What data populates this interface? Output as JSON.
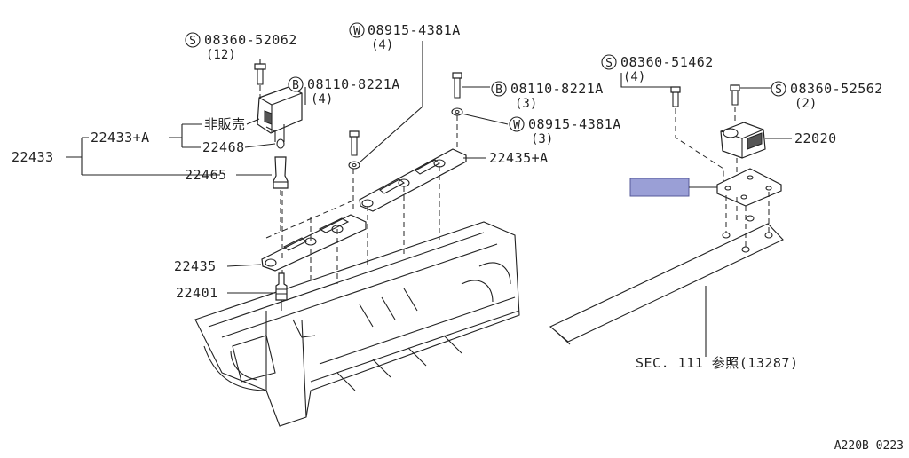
{
  "callouts": {
    "s08360_52062": {
      "prefix": "S",
      "number": "08360-52062",
      "qty": "(12)"
    },
    "w08915_4381a_top": {
      "prefix": "W",
      "number": "08915-4381A",
      "qty": "(4)"
    },
    "b08110_8221a_left": {
      "prefix": "B",
      "number": "08110-8221A",
      "qty": "(4)"
    },
    "b08110_8221a_right": {
      "prefix": "B",
      "number": "08110-8221A",
      "qty": "(3)"
    },
    "w08915_4381a_right": {
      "prefix": "W",
      "number": "08915-4381A",
      "qty": "(3)"
    },
    "s08360_51462": {
      "prefix": "S",
      "number": "08360-51462",
      "qty": "(4)"
    },
    "s08360_52562": {
      "prefix": "S",
      "number": "08360-52562",
      "qty": "(2)"
    }
  },
  "labels": {
    "p22433": "22433",
    "p22433a": "22433+A",
    "not_for_sale": "非販売",
    "p22468": "22468",
    "p22465": "22465",
    "p22435a": "22435+A",
    "p22435": "22435",
    "p22401": "22401",
    "p22020": "22020",
    "sec_ref": "SEC. 111 参照(13287)"
  },
  "footer": {
    "code": "A220B 0223"
  },
  "colors": {
    "highlight": "#9a9fd6",
    "highlight_stroke": "#555a99",
    "ink": "#222222"
  }
}
